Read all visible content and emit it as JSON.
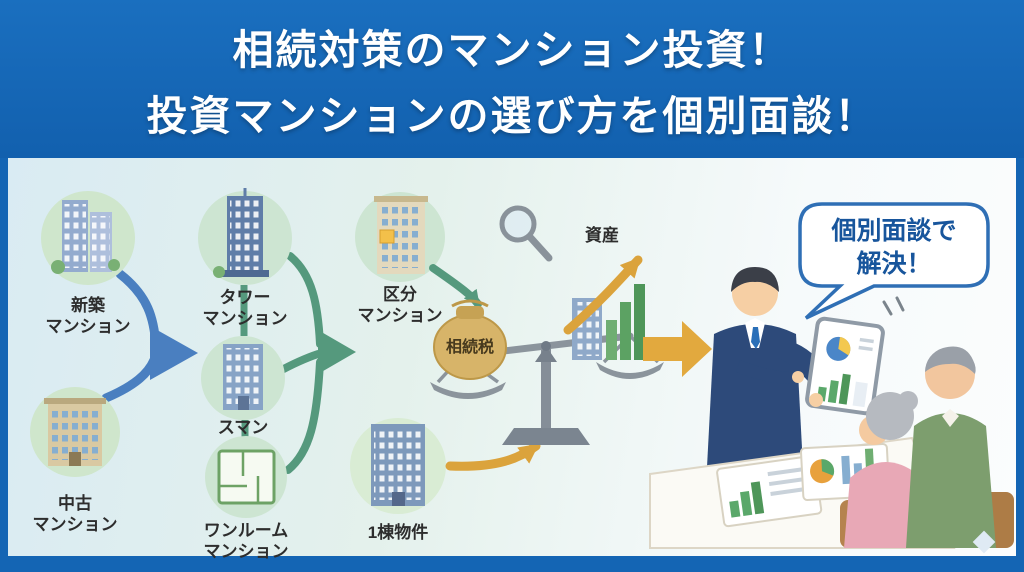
{
  "header": {
    "line1": "相続対策のマンション投資！",
    "line2": "投資マンションの選び方を個別面談！"
  },
  "nodes": {
    "shinchiku": "新築\nマンション",
    "chuko": "中古\nマンション",
    "tower": "タワー\nマンション",
    "suman": "スマン",
    "oneroom": "ワンルーム\nマンション",
    "kubun": "区分\nマンション",
    "itto": "1棟物件"
  },
  "scale": {
    "tax_label": "相続税",
    "asset_label": "資産"
  },
  "bubble": {
    "text": "個別面談で\n解決！"
  },
  "icons": {
    "magnifier": "magnifying-glass",
    "money_bag": "money-bag",
    "balance": "balance-scale",
    "growth_arrow": "rising-gold-arrow",
    "buildings": "apartment-building-icons",
    "floorplan": "one-room-floorplan"
  },
  "colors": {
    "header_bg": "#1465b4",
    "accent_blue": "#4a7fc0",
    "accent_green": "#55997d",
    "accent_gold": "#dba33c",
    "circle_green": "#cde5d2",
    "bubble_border": "#2f6fb5",
    "bubble_text": "#17559c"
  }
}
